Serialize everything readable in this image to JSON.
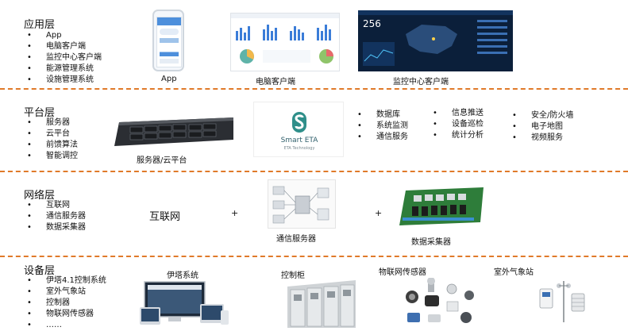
{
  "layers": {
    "application": {
      "title": "应用层",
      "items": [
        "App",
        "电脑客户端",
        "监控中心客户端",
        "能源管理系统",
        "设施管理系统"
      ],
      "captions": [
        "App",
        "电脑客户端",
        "监控中心客户端"
      ]
    },
    "platform": {
      "title": "平台层",
      "items": [
        "服务器",
        "云平台",
        "前馈算法",
        "智能调控"
      ],
      "server_caption": "服务器/云平台",
      "logo_text": "Smart ETA",
      "logo_sub": "ETA Technology",
      "col1": [
        "数据库",
        "系统监测",
        "通信服务"
      ],
      "col2": [
        "信息推送",
        "设备巡检",
        "统计分析"
      ],
      "col3": [
        "安全/防火墙",
        "电子地图",
        "视频服务"
      ]
    },
    "network": {
      "title": "网络层",
      "items": [
        "互联网",
        "通信服务器",
        "数据采集器"
      ],
      "internet_label": "互联网",
      "plus": "+",
      "comm_caption": "通信服务器",
      "collector_caption": "数据采集器"
    },
    "device": {
      "title": "设备层",
      "items": [
        "伊塔4.1控制系统",
        "室外气象站",
        "控制器",
        "物联网传感器",
        "……"
      ],
      "captions": [
        "伊塔系统",
        "控制柜",
        "物联网传感器",
        "室外气象站"
      ]
    }
  },
  "colors": {
    "divider": "#e07a2a",
    "dashboard_dark": "#0b1f3a",
    "chart_blue": "#3b7dd8",
    "teal": "#2f8f8a"
  },
  "dashboard": {
    "big_number": "256"
  }
}
